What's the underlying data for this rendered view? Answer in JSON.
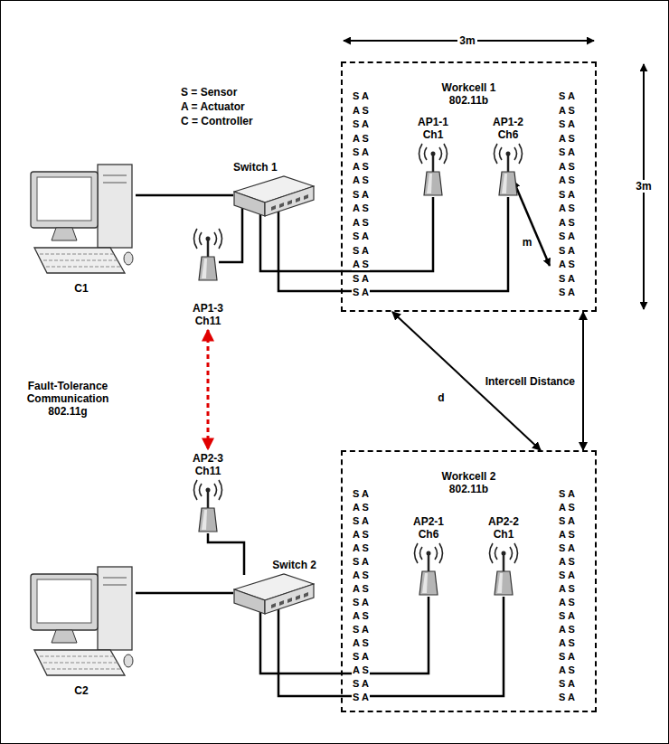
{
  "diagram": {
    "nodes": [
      {
        "text": [
          "Workcell 1 802.11b"
        ]
      },
      {
        "text": [
          "AP1-1 Ch1"
        ],
        "in": 0
      },
      {
        "text": [
          "AP1-2 Ch6"
        ],
        "in": 0
      },
      {
        "text": [
          "Switch 1"
        ]
      },
      {
        "text": [
          "C1"
        ]
      },
      {
        "text": [
          "AP1-3 Ch11"
        ]
      },
      {
        "text": [
          "AP2-3 Ch11"
        ]
      },
      {
        "text": [
          "Workcell 2 802.11b"
        ]
      },
      {
        "text": [
          "AP2-1 Ch6"
        ],
        "in": 7
      },
      {
        "text": [
          "AP2-2 Ch1"
        ],
        "in": 7
      },
      {
        "text": [
          "Switch 2"
        ]
      },
      {
        "text": [
          "C2"
        ]
      }
    ],
    "edges": [
      {
        "from": 4,
        "to": 3,
        "arrow": "none"
      },
      {
        "from": 3,
        "to": 1,
        "arrow": "none"
      },
      {
        "from": 3,
        "to": 2,
        "arrow": "none"
      },
      {
        "from": 3,
        "to": 5,
        "arrow": "none"
      },
      {
        "from": 5,
        "to": 6,
        "arrow": "both",
        "label": "Fault-Tolerance Communication 802.11g"
      },
      {
        "from": 0,
        "to": 7,
        "arrow": "both",
        "label": "d"
      },
      {
        "from": 0,
        "to": 7,
        "arrow": "both",
        "label": "Intercell Distance"
      },
      {
        "from": 11,
        "to": 10,
        "arrow": "none"
      },
      {
        "from": 10,
        "to": 6,
        "arrow": "none"
      },
      {
        "from": 10,
        "to": 8,
        "arrow": "none"
      },
      {
        "from": 10,
        "to": 9,
        "arrow": "none"
      }
    ],
    "labels": [
      "3m",
      "3m",
      "m",
      "S A",
      "A S",
      "S A",
      "A S",
      "S A",
      "A S",
      "A S",
      "S A",
      "A S",
      "A S",
      "S A",
      "S A",
      "A S",
      "S A",
      "S A",
      "S A",
      "A S",
      "S A",
      "A S",
      "S A",
      "A S",
      "A S",
      "S A",
      "A S",
      "A S",
      "S A",
      "S A",
      "A S",
      "S A",
      "S A",
      "S A",
      "A S",
      "S A",
      "A S",
      "A S",
      "S A",
      "A S",
      "A S",
      "S A",
      "A S",
      "S A",
      "A S",
      "S A",
      "A S",
      "S A",
      "S A",
      "S A",
      "A S",
      "S A",
      "A S",
      "S A",
      "A S",
      "S A",
      "A S",
      "A S",
      "S A",
      "A S",
      "A S",
      "S A",
      "A S",
      "S A",
      "S A"
    ],
    "legend": [
      {
        "text": "S = Sensor"
      },
      {
        "text": "A = Actuator"
      },
      {
        "text": "C = Controller"
      }
    ]
  }
}
